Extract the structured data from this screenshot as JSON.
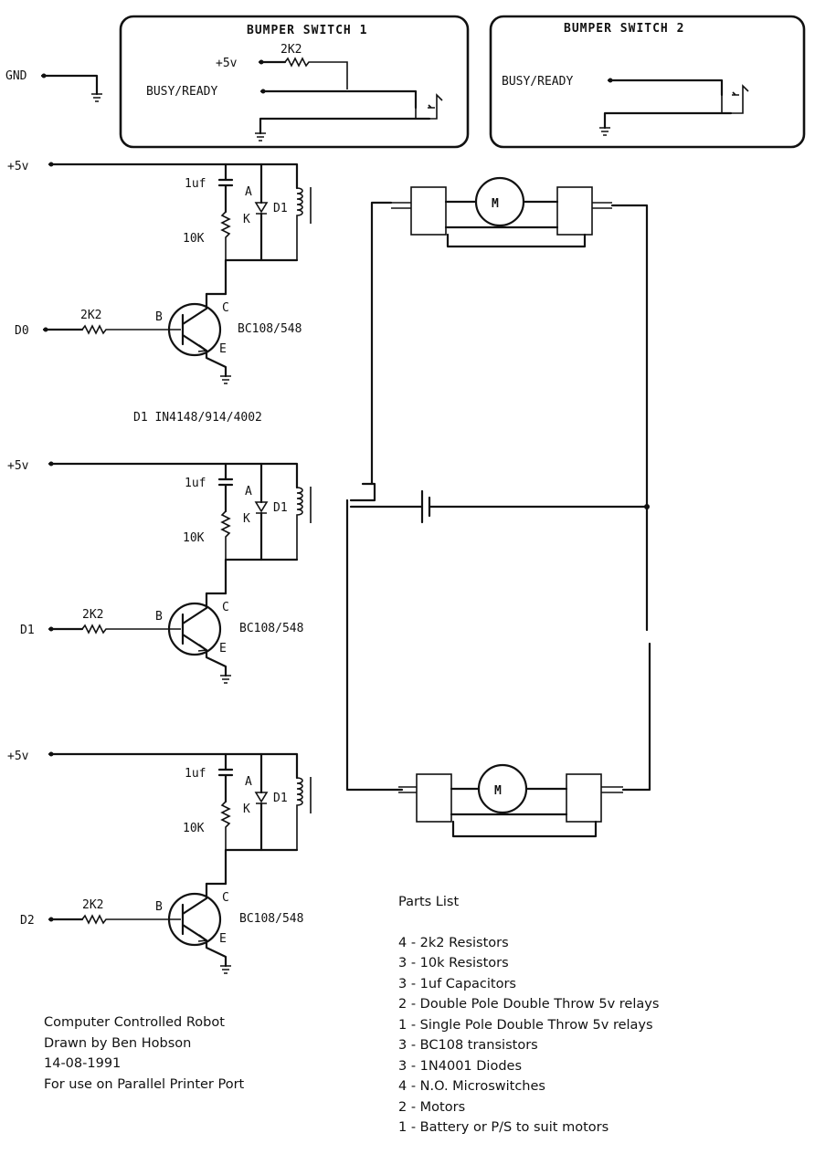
{
  "bumper_switch_1": {
    "title": "BUMPER SWITCH 1",
    "resistor": "2K2",
    "plus": "+5v",
    "busy": "BUSY/READY"
  },
  "bumper_switch_2": {
    "title": "BUMPER SWITCH  2",
    "busy": "BUSY/READY"
  },
  "gnd_label": "GND",
  "driver_stages": [
    {
      "supply": "+5v",
      "input": "D0",
      "base_resistor": "2K2",
      "cap": "1uf",
      "resistor": "10K",
      "anode": "A",
      "cathode": "K",
      "diode": "D1",
      "base": "B",
      "collector": "C",
      "emitter": "E",
      "transistor": "BC108/548"
    },
    {
      "supply": "+5v",
      "input": "D1",
      "base_resistor": "2K2",
      "cap": "1uf",
      "resistor": "10K",
      "anode": "A",
      "cathode": "K",
      "diode": "D1",
      "base": "B",
      "collector": "C",
      "emitter": "E",
      "transistor": "BC108/548"
    },
    {
      "supply": "+5v",
      "input": "D2",
      "base_resistor": "2K2",
      "cap": "1uf",
      "resistor": "10K",
      "anode": "A",
      "cathode": "K",
      "diode": "D1",
      "base": "B",
      "collector": "C",
      "emitter": "E",
      "transistor": "BC108/548"
    }
  ],
  "diode_note": "D1 IN4148/914/4002",
  "motor_label": "M",
  "parts_list": {
    "title": "Parts List",
    "items": [
      "4 - 2k2 Resistors",
      "3 - 10k Resistors",
      "3 - 1uf Capacitors",
      "2 - Double Pole Double Throw 5v relays",
      "1 - Single Pole Double Throw 5v relays",
      "3 - BC108 transistors",
      "3 - 1N4001 Diodes",
      "4 - N.O. Microswitches",
      "2 - Motors",
      "1 - Battery or P/S to suit motors"
    ]
  },
  "credits": [
    "Computer Controlled Robot",
    "Drawn by Ben Hobson",
    "14-08-1991",
    "For use on Parallel Printer Port"
  ]
}
